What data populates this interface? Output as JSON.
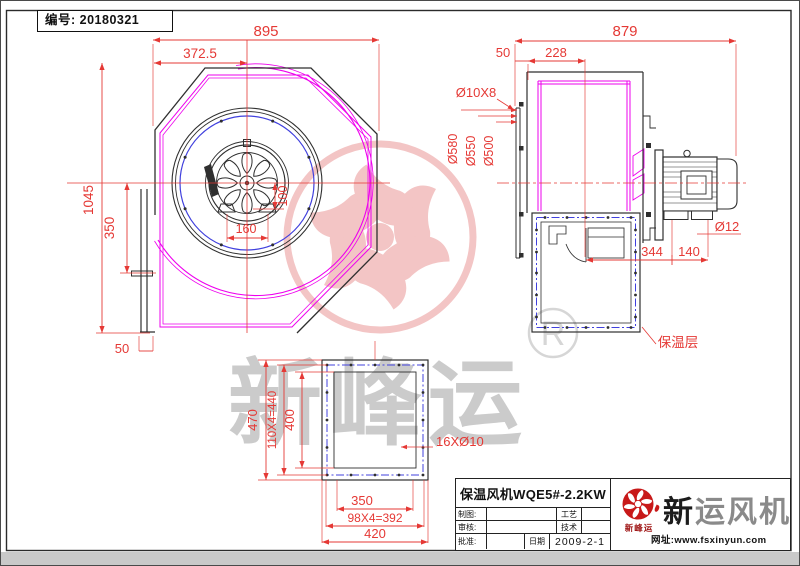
{
  "header": {
    "serial": "编号: 20180321"
  },
  "front_view": {
    "dim_overall_width": "895",
    "dim_inlet_offset": "372.5",
    "dim_overall_height": "1045",
    "dim_outlet_drop": "350",
    "dim_duct_gap": "50",
    "dim_hub_width": "160",
    "dim_hub_drop": "100"
  },
  "side_view": {
    "dim_overall_depth": "879",
    "dim_flange_depth": "50",
    "dim_housing_depth": "228",
    "dim_flange_holes": "Ø10X8",
    "dim_dia_outer": "Ø580",
    "dim_dia_mid": "Ø550",
    "dim_dia_inner": "Ø500",
    "dim_foot_hole": "Ø12",
    "dim_motor_offset": "344",
    "dim_foot_spacing": "140",
    "insulation_label": "保温层"
  },
  "flange_view": {
    "dim_height": "470",
    "dim_bolt_rows": "110X4=440",
    "dim_inner_height": "400",
    "dim_inner_width": "350",
    "dim_bolt_cols": "98X4=392",
    "dim_width": "420",
    "bolt_note": "16XØ10"
  },
  "watermark": {
    "brand": "新峰运",
    "registered": "R"
  },
  "title_block": {
    "title": "保温风机WQE5#-2.2KW",
    "drawn_label": "制图:",
    "checked_label": "审核:",
    "approved_label": "批准:",
    "process_label": "工艺",
    "tech_label": "技术",
    "date_label": "日期",
    "date": "2009-2-1",
    "logo_caption": "新峰运",
    "brand_first": "新",
    "brand_rest": "运风机",
    "website": "网址:www.fsxinyun.com"
  }
}
